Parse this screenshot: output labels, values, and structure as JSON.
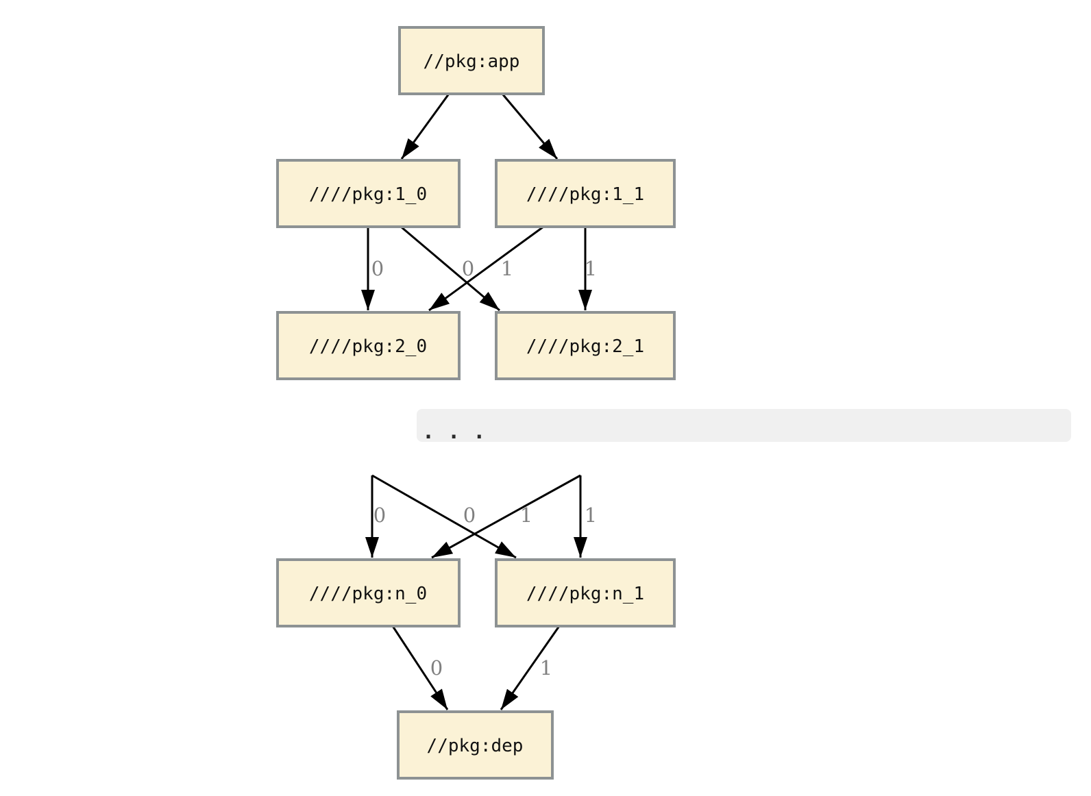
{
  "diagram": {
    "type": "dependency-graph",
    "nodes": {
      "app": {
        "label": "//pkg:app"
      },
      "l1_0": {
        "label": "////pkg:1_0"
      },
      "l1_1": {
        "label": "////pkg:1_1"
      },
      "l2_0": {
        "label": "////pkg:2_0"
      },
      "l2_1": {
        "label": "////pkg:2_1"
      },
      "ln_0": {
        "label": "////pkg:n_0"
      },
      "ln_1": {
        "label": "////pkg:n_1"
      },
      "dep": {
        "label": "//pkg:dep"
      }
    },
    "edge_labels": {
      "l1_0_to_l2_0": "0",
      "l1_1_to_l2_0": "0",
      "l1_0_to_l2_1": "1",
      "l1_1_to_l2_1": "1",
      "prev_0_to_ln_0": "0",
      "prev_1_to_ln_0": "0",
      "prev_0_to_ln_1": "1",
      "prev_1_to_ln_1": "1",
      "ln_0_to_dep": "0",
      "ln_1_to_dep": "1"
    },
    "ellipsis": ".  .  .",
    "colors": {
      "node_fill": "#fbf2d6",
      "node_border": "#8d9293",
      "edge": "#000000",
      "edge_label": "#7f7f7f",
      "band_background": "#f0f0f0",
      "page_background": "#ffffff"
    }
  }
}
